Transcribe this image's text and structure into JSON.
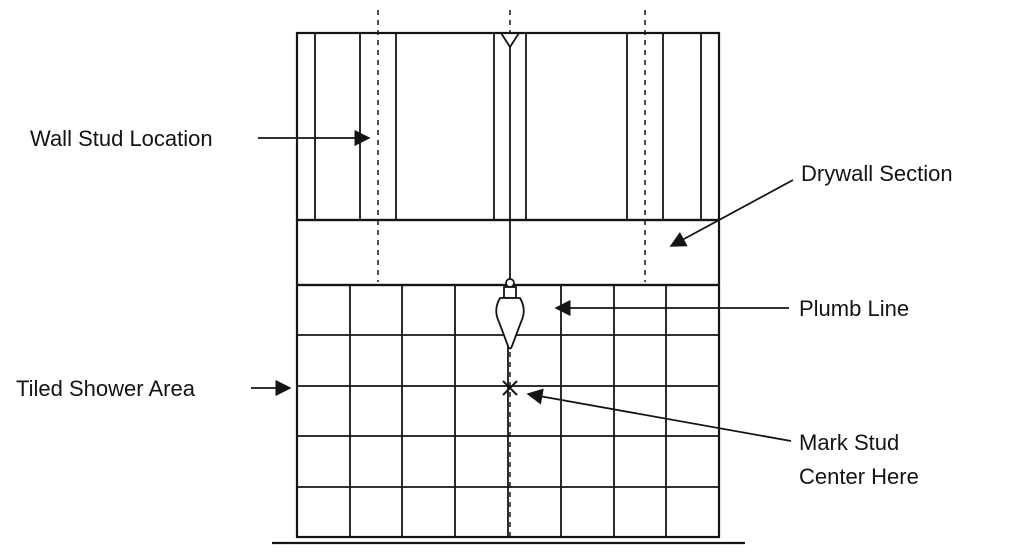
{
  "colors": {
    "line": "#141414",
    "background": "#ffffff"
  },
  "labels": {
    "wall_stud_location": "Wall Stud Location",
    "drywall_section": "Drywall Section",
    "plumb_line": "Plumb Line",
    "tiled_shower_area": "Tiled Shower Area",
    "mark_stud_center": {
      "line1": "Mark Stud",
      "line2": "Center Here"
    }
  }
}
